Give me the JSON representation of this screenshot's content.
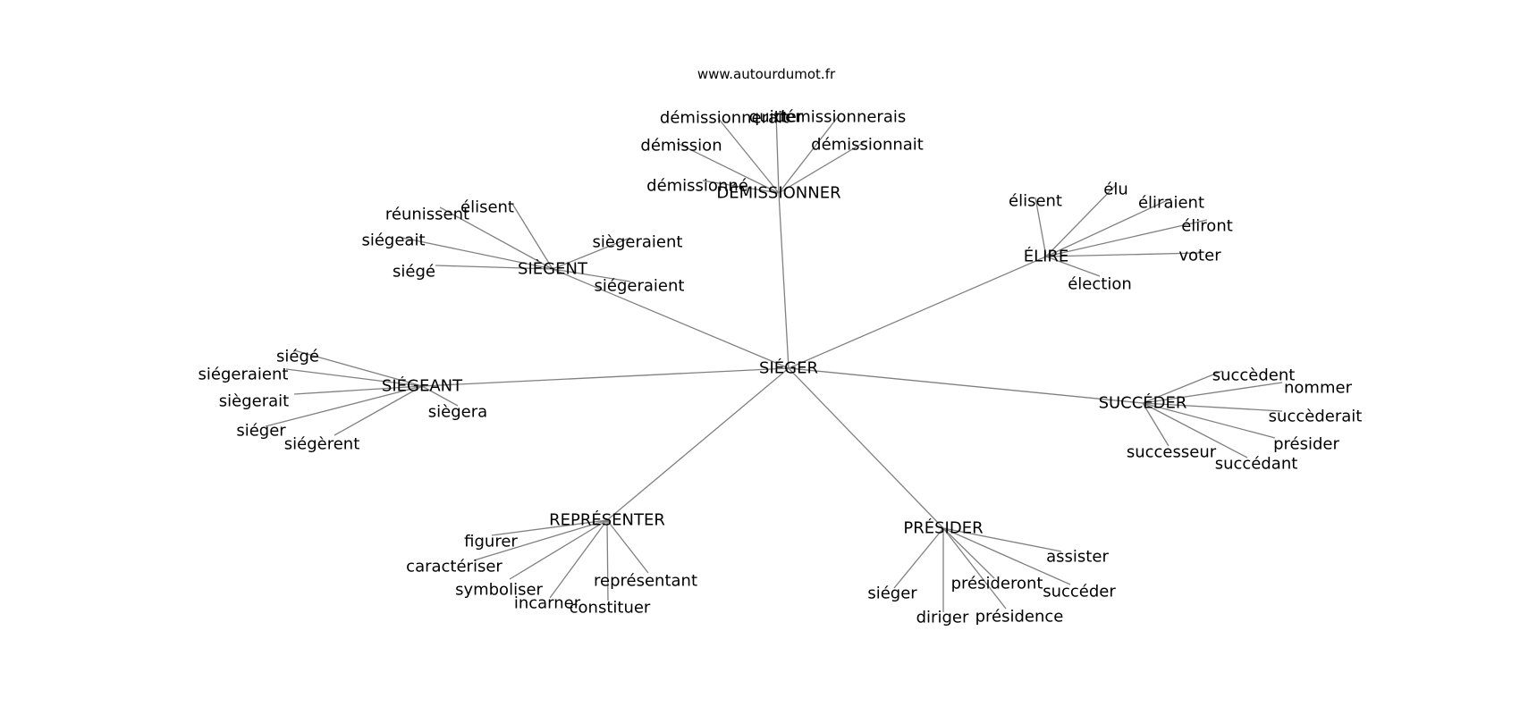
{
  "source": "www.autourdumot.fr",
  "edge_color": "#808080",
  "text_color": "#000000",
  "center": "SIÉGER",
  "hubs": [
    {
      "id": "demissionner",
      "label": "DÉMISSIONNER",
      "leaves": [
        "démissionnerait",
        "quitter",
        "démissionnerais",
        "démission",
        "démissionnait",
        "démissionné"
      ]
    },
    {
      "id": "elire",
      "label": "ÉLIRE",
      "leaves": [
        "élisent",
        "élu",
        "éliraient",
        "éliront",
        "voter",
        "élection"
      ]
    },
    {
      "id": "siegent",
      "label": "SIÈGENT",
      "leaves": [
        "réunissent",
        "élisent",
        "siégeait",
        "siègeraient",
        "siégé",
        "siégeraient"
      ]
    },
    {
      "id": "siegeant",
      "label": "SIÉGEANT",
      "leaves": [
        "siégé",
        "siégeraient",
        "siègerait",
        "siègera",
        "siéger",
        "siégèrent"
      ]
    },
    {
      "id": "succeder",
      "label": "SUCCÉDER",
      "leaves": [
        "succèdent",
        "nommer",
        "succèderait",
        "présider",
        "successeur",
        "succédant"
      ]
    },
    {
      "id": "representer",
      "label": "REPRÉSENTER",
      "leaves": [
        "figurer",
        "caractériser",
        "symboliser",
        "incarner",
        "constituer",
        "représentant"
      ]
    },
    {
      "id": "presider",
      "label": "PRÉSIDER",
      "leaves": [
        "assister",
        "siéger",
        "présideront",
        "succéder",
        "diriger",
        "présidence"
      ]
    }
  ]
}
